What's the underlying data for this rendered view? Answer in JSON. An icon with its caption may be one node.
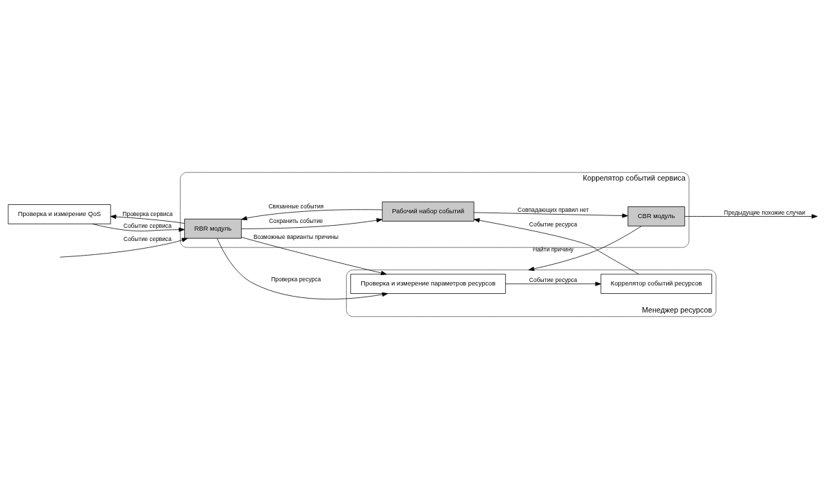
{
  "diagram": {
    "nodes": [
      {
        "text": [
          "Проверка и измерение QoS"
        ]
      },
      {
        "text": [
          "Коррелятор событий сервиса"
        ]
      },
      {
        "text": [
          "RBR модуль"
        ],
        "in": 1
      },
      {
        "text": [
          "Рабочий набор событий"
        ],
        "in": 1
      },
      {
        "text": [
          "CBR модуль"
        ],
        "in": 1
      },
      {
        "text": [
          "Менеджер ресурсов"
        ]
      },
      {
        "text": [
          "Проверка и измерение параметров ресурсов"
        ],
        "in": 5
      },
      {
        "text": [
          "Коррелятор событий ресурсов"
        ],
        "in": 5
      }
    ],
    "edges": [
      {
        "from": null,
        "to": 2,
        "arrow": "to",
        "label": "Событие сервиса"
      },
      {
        "from": 2,
        "to": 0,
        "arrow": "to",
        "label": "Проверка сервиса"
      },
      {
        "from": 0,
        "to": 2,
        "arrow": "to",
        "label": "Событие сервиса"
      },
      {
        "from": 3,
        "to": 2,
        "arrow": "to",
        "label": "Связанные события"
      },
      {
        "from": 2,
        "to": 3,
        "arrow": "to",
        "label": "Сохранить событие"
      },
      {
        "from": 3,
        "to": 4,
        "arrow": "to",
        "label": "Совпадающих правил нет"
      },
      {
        "from": 4,
        "to": null,
        "arrow": "to",
        "label": "Предыдущие похожие случаи"
      },
      {
        "from": 2,
        "to": 6,
        "arrow": "to",
        "label": "Проверка ресурса"
      },
      {
        "from": 2,
        "to": 6,
        "arrow": "to",
        "label": "Возможные варианты причины"
      },
      {
        "from": 6,
        "to": 7,
        "arrow": "to",
        "label": "Событие ресурса"
      },
      {
        "from": 7,
        "to": 3,
        "arrow": "to",
        "label": "Событие ресурса"
      },
      {
        "from": 4,
        "to": 5,
        "arrow": "to",
        "label": "Найти причину"
      }
    ]
  }
}
